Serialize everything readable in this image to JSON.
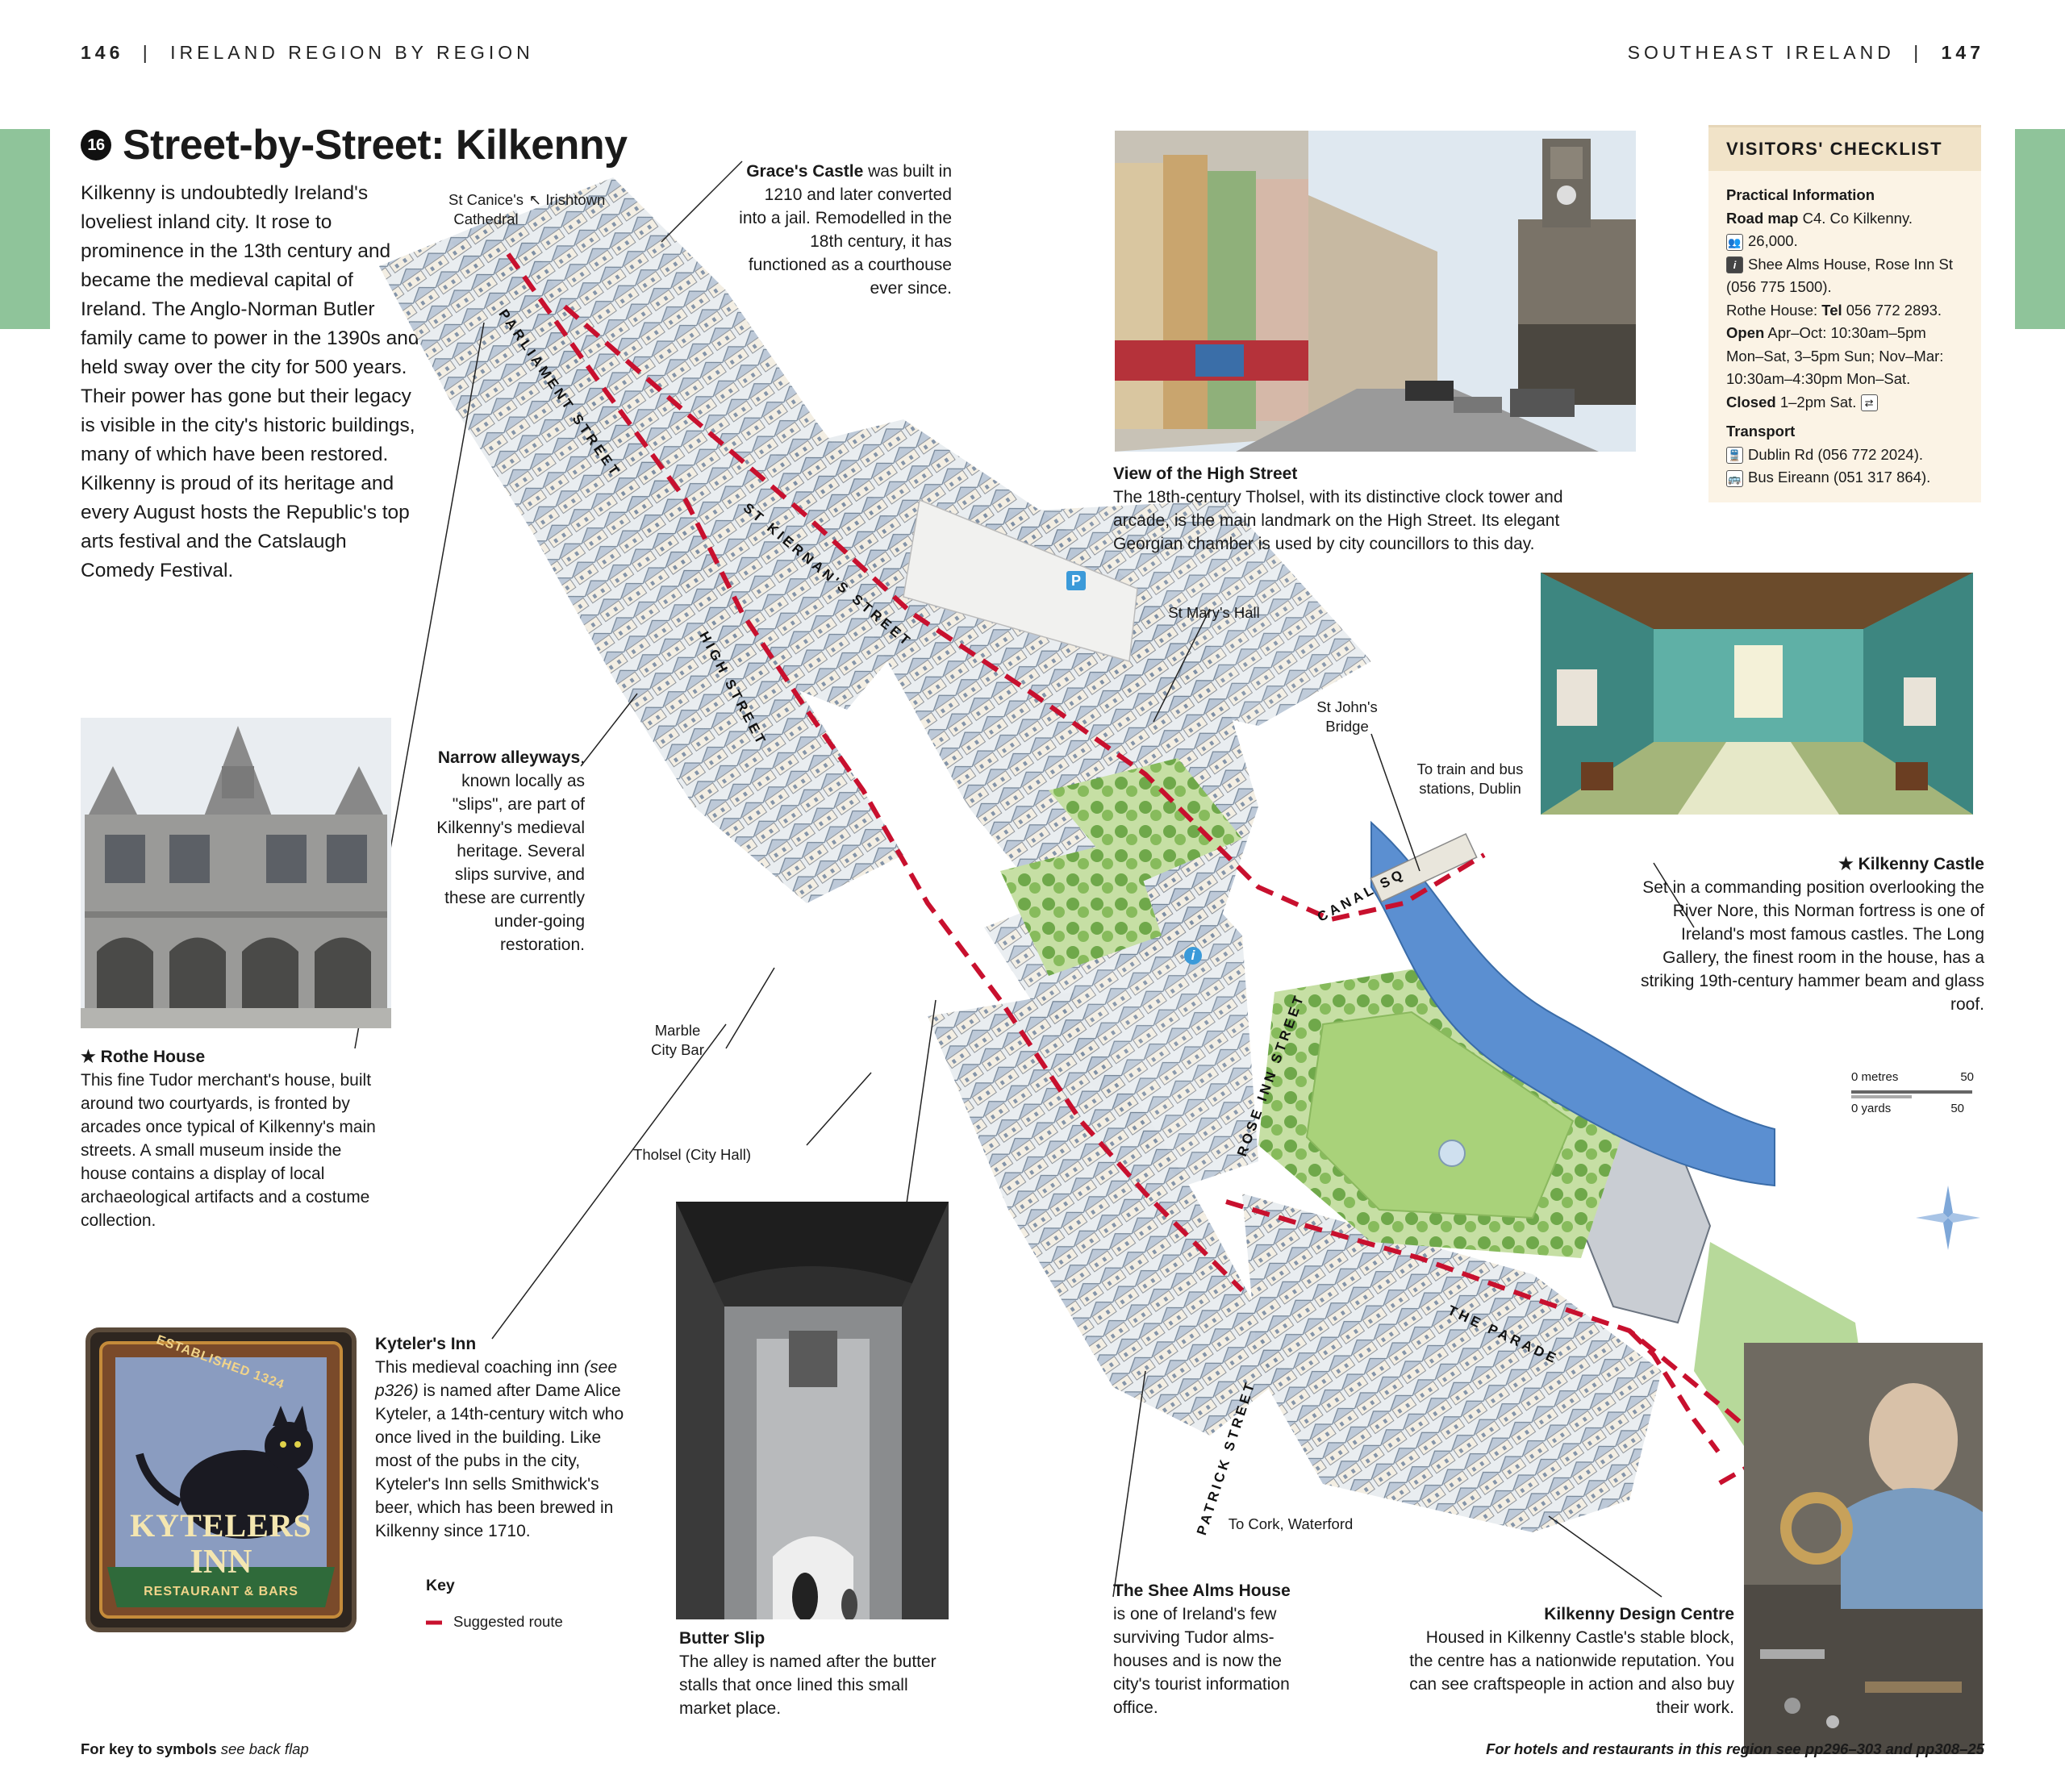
{
  "header": {
    "left_page_number": "146",
    "left_section": "IRELAND REGION BY REGION",
    "right_section": "SOUTHEAST IRELAND",
    "right_page_number": "147"
  },
  "title": {
    "badge": "16",
    "text": "Street-by-Street: Kilkenny"
  },
  "intro": "Kilkenny is undoubtedly Ireland's loveliest inland city. It rose to prominence in the 13th century and became the medieval capital of Ireland. The Anglo-Norman Butler family came to power in the 1390s and held sway over the city for 500 years. Their power has gone but their legacy is visible in the city's historic buildings, many of which have been restored. Kilkenny is proud of its heritage and every August hosts the Republic's top arts festival and the Catslaugh Comedy Festival.",
  "captions": {
    "graces_castle": {
      "title": "Grace's Castle",
      "text": " was built in 1210 and later converted into a jail. Remodelled in the 18th century, it has functioned as a courthouse ever since."
    },
    "high_street_view": {
      "title": "View of the High Street",
      "text": "The 18th-century Tholsel, with its distinctive clock tower and arcade, is the main landmark on the High Street. Its elegant Georgian chamber is used by city councillors to this day."
    },
    "narrow_alleyways": {
      "title": "Narrow alleyways",
      "text": ", known locally as \"slips\", are part of Kilkenny's medieval heritage. Several slips survive, and these are currently under-going restoration."
    },
    "kilkenny_castle": {
      "title": "★ Kilkenny Castle",
      "text": "Set in a commanding position overlooking the River Nore, this Norman fortress is one of Ireland's most famous castles. The Long Gallery, the finest room in the house, has a striking 19th-century hammer beam and glass roof."
    },
    "rothe_house": {
      "title": "★ Rothe House",
      "text": "This fine Tudor merchant's house, built around two courtyards, is fronted by arcades once typical of Kilkenny's main streets. A small museum inside the house contains a display of local archaeological artifacts and a costume collection."
    },
    "kytelers_inn": {
      "title": "Kyteler's Inn",
      "text_a": "This medieval coaching inn ",
      "text_italic": "(see p326)",
      "text_b": " is named after Dame Alice Kyteler, a 14th-century witch who once lived in the building. Like most of the pubs in the city, Kyteler's Inn sells Smithwick's beer, which has been brewed in Kilkenny since 1710."
    },
    "butter_slip": {
      "title": "Butter Slip",
      "text": "The alley is named after the butter stalls that once lined this small market place."
    },
    "shee_alms": {
      "title": "The Shee Alms House",
      "text": "is one of Ireland's few surviving Tudor alms-houses and is now the city's tourist information office."
    },
    "design_centre": {
      "title": "Kilkenny Design Centre",
      "text": "Housed in Kilkenny Castle's stable block, the centre has a nationwide reputation. You can see craftspeople in action and also buy their work."
    }
  },
  "map_labels": {
    "st_canices": "St Canice's Cathedral",
    "irishtown": "Irishtown",
    "st_marys_hall": "St Mary's Hall",
    "st_johns_bridge": "St John's Bridge",
    "to_train": "To train and bus stations, Dublin",
    "marble_city_bar": "Marble City Bar",
    "tholsel": "Tholsel (City Hall)",
    "to_cork": "To Cork, Waterford",
    "parking": "P",
    "info": "i"
  },
  "streets": {
    "parliament": "PARLIAMENT STREET",
    "st_kiernans": "ST KIERNAN'S STREET",
    "high": "HIGH STREET",
    "rose_inn": "ROSE INN STREET",
    "canal_sq": "CANAL SQ",
    "parade": "THE PARADE",
    "patrick": "PATRICK STREET"
  },
  "scale": {
    "metres_label": "0 metres",
    "metres_value": "50",
    "yards_label": "0 yards",
    "yards_value": "50"
  },
  "key": {
    "title": "Key",
    "route": "Suggested route"
  },
  "checklist": {
    "title": "VISITORS' CHECKLIST",
    "practical": "Practical Information",
    "road_map_label": "Road map",
    "road_map_value": " C4. Co Kilkenny.",
    "population": "26,000.",
    "info_office": "Shee Alms House, Rose Inn St (056 775 1500).",
    "rothe_label": "Rothe House: ",
    "tel_label": "Tel",
    "tel_value": " 056 772 2893.",
    "open_label": "Open",
    "open_value": " Apr–Oct: 10:30am–5pm Mon–Sat, 3–5pm Sun; Nov–Mar: 10:30am–4:30pm Mon–Sat.",
    "closed_label": "Closed",
    "closed_value": " 1–2pm Sat.",
    "transport": "Transport",
    "rail": "Dublin Rd (056 772 2024).",
    "bus": "Bus Eireann (051 317 864)."
  },
  "sign_text": {
    "top": "ESTABLISHED 1324",
    "name1": "KYTELERS",
    "name2": "INN",
    "bottom": "RESTAURANT & BARS"
  },
  "footer": {
    "left_bold": "For key to symbols ",
    "left_italic": "see back flap",
    "right": "For hotels and restaurants in this region see pp296–303 and pp308–25"
  },
  "colors": {
    "route": "#c8102e",
    "tab": "#8fc49a",
    "checklist_bg": "#fbf3e5",
    "river": "#5b8fd1",
    "grass": "#9ccb6a"
  }
}
